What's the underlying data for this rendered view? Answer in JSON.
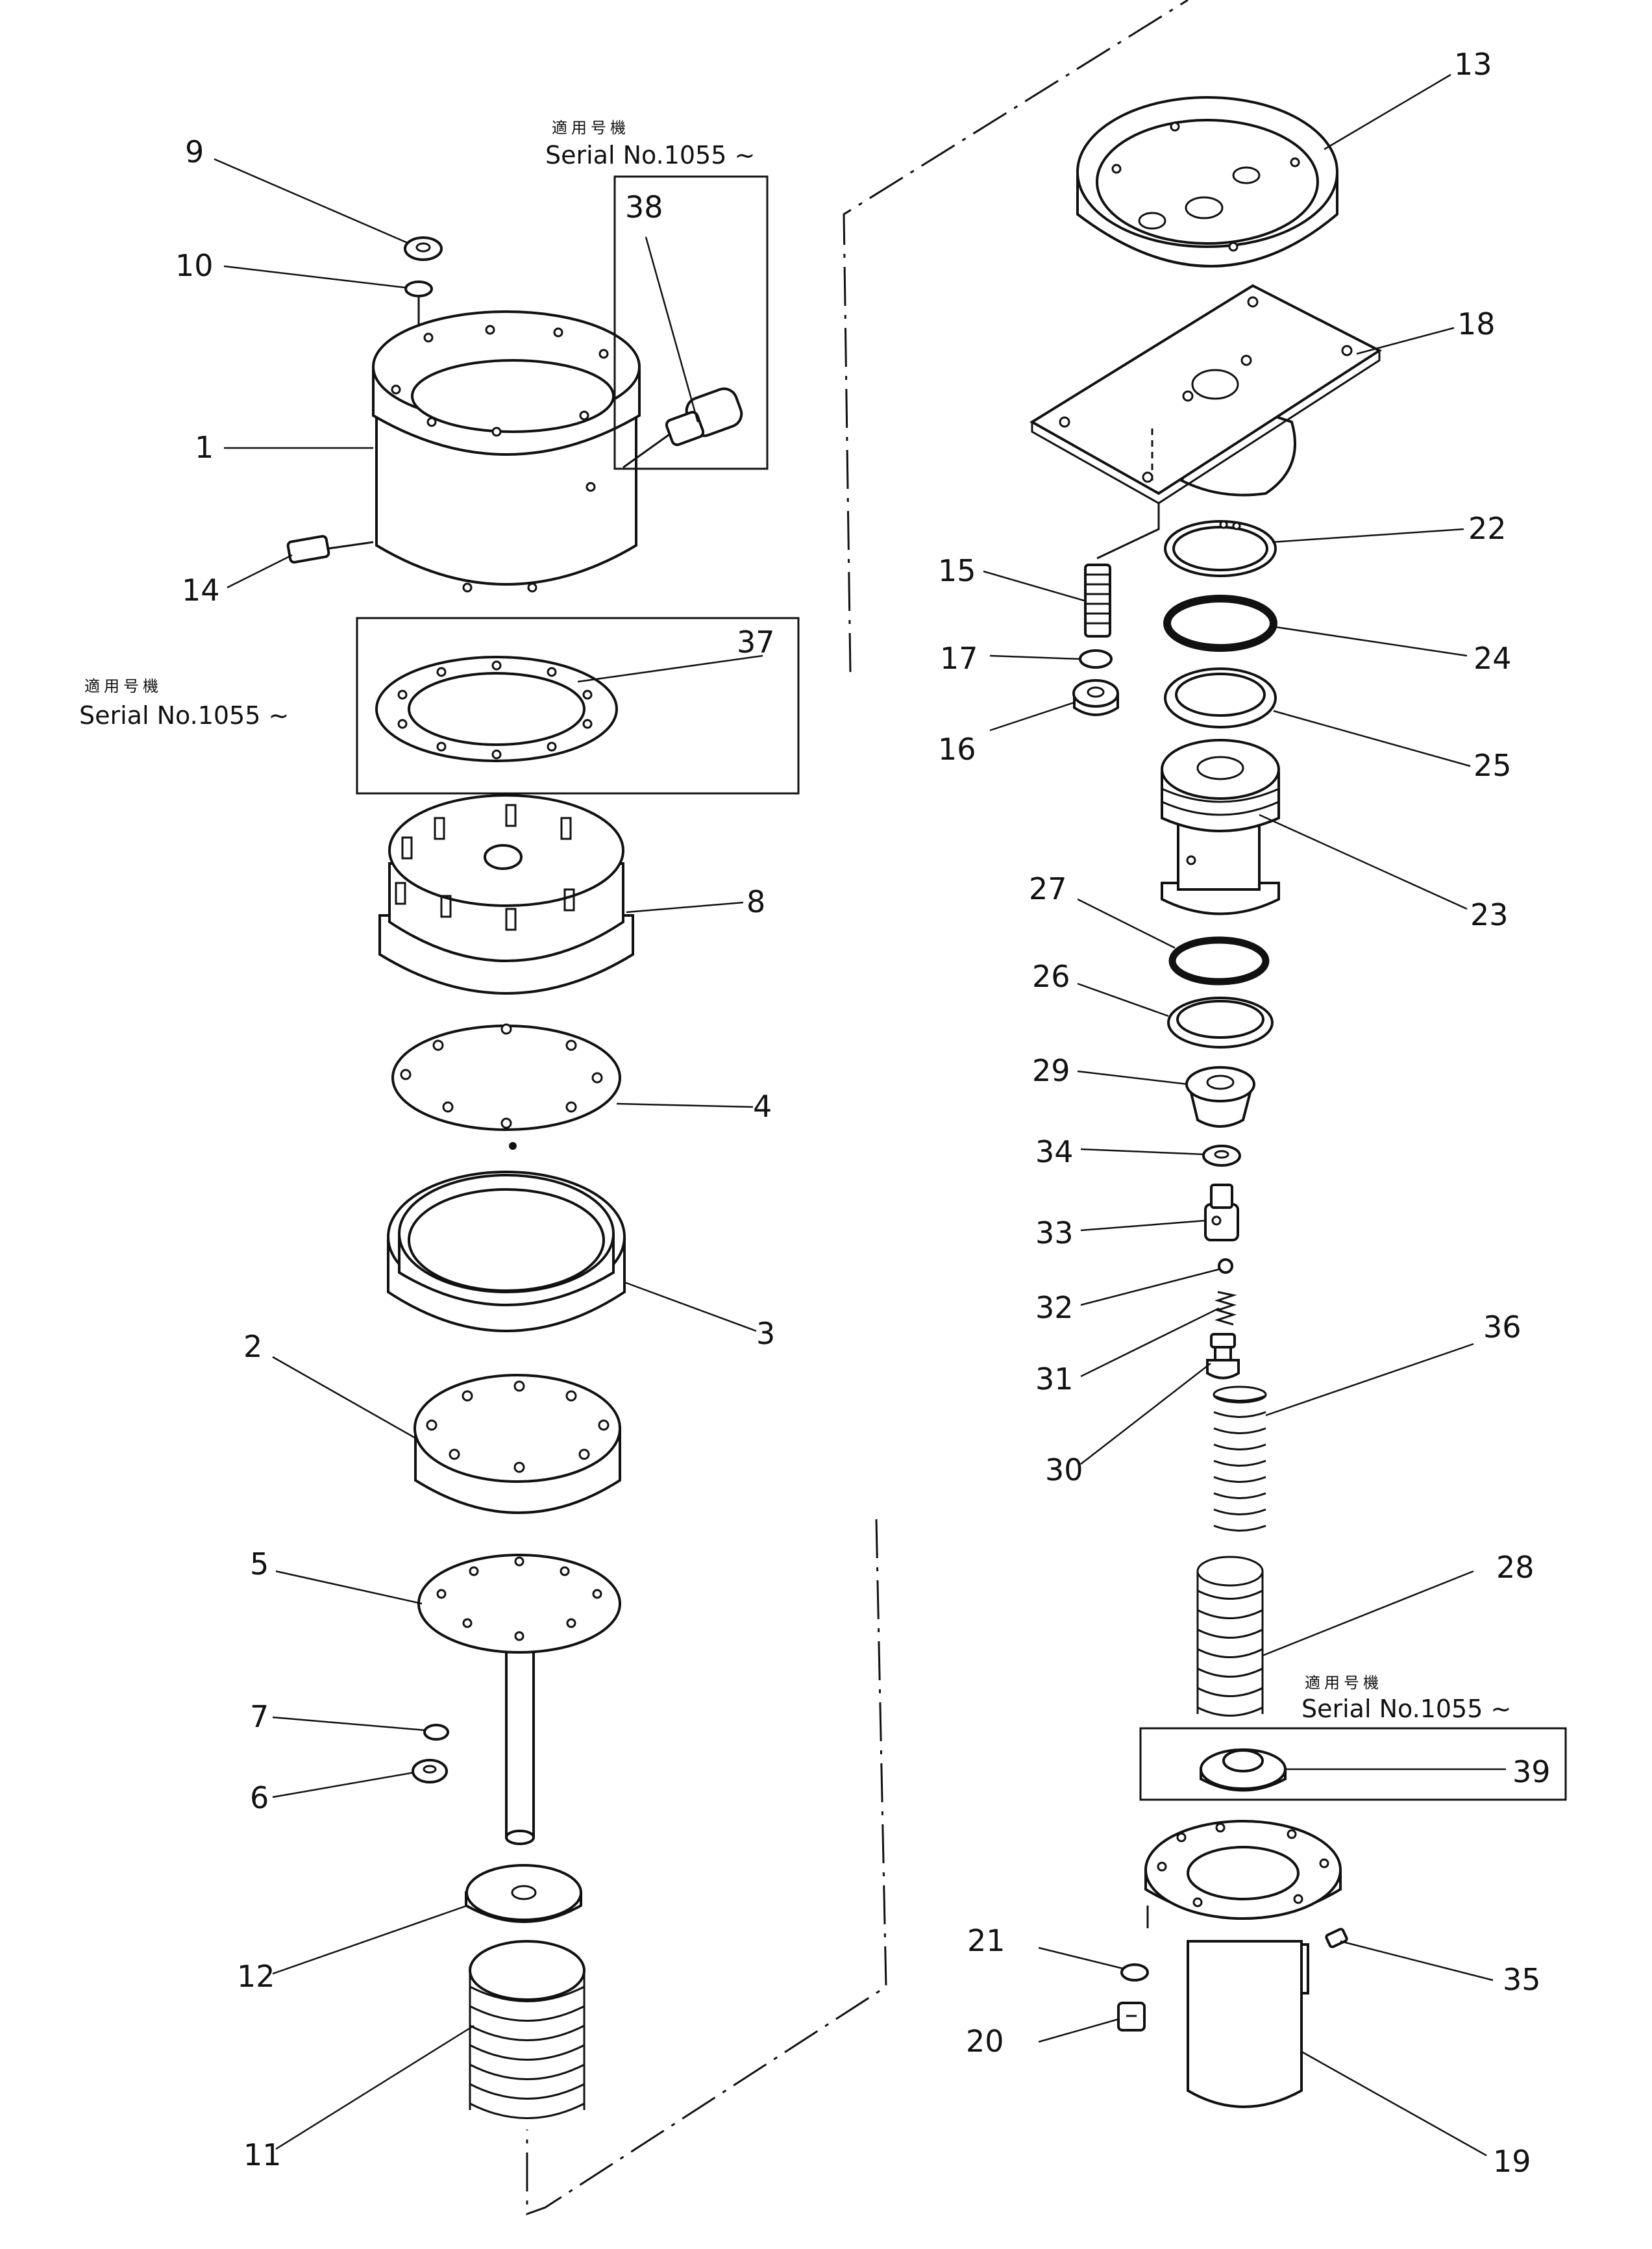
{
  "callouts": {
    "c1": "1",
    "c2": "2",
    "c3": "3",
    "c4": "4",
    "c5": "5",
    "c6": "6",
    "c7": "7",
    "c8": "8",
    "c9": "9",
    "c10": "10",
    "c11": "11",
    "c12": "12",
    "c13": "13",
    "c14": "14",
    "c15": "15",
    "c16": "16",
    "c17": "17",
    "c18": "18",
    "c19": "19",
    "c20": "20",
    "c21": "21",
    "c22": "22",
    "c23": "23",
    "c24": "24",
    "c25": "25",
    "c26": "26",
    "c27": "27",
    "c28": "28",
    "c29": "29",
    "c30": "30",
    "c31": "31",
    "c32": "32",
    "c33": "33",
    "c34": "34",
    "c35": "35",
    "c36": "36",
    "c37": "37",
    "c38": "38",
    "c39": "39"
  },
  "applicability": {
    "label_jp": "適用号機",
    "serial": "Serial  No.1055 ~"
  }
}
